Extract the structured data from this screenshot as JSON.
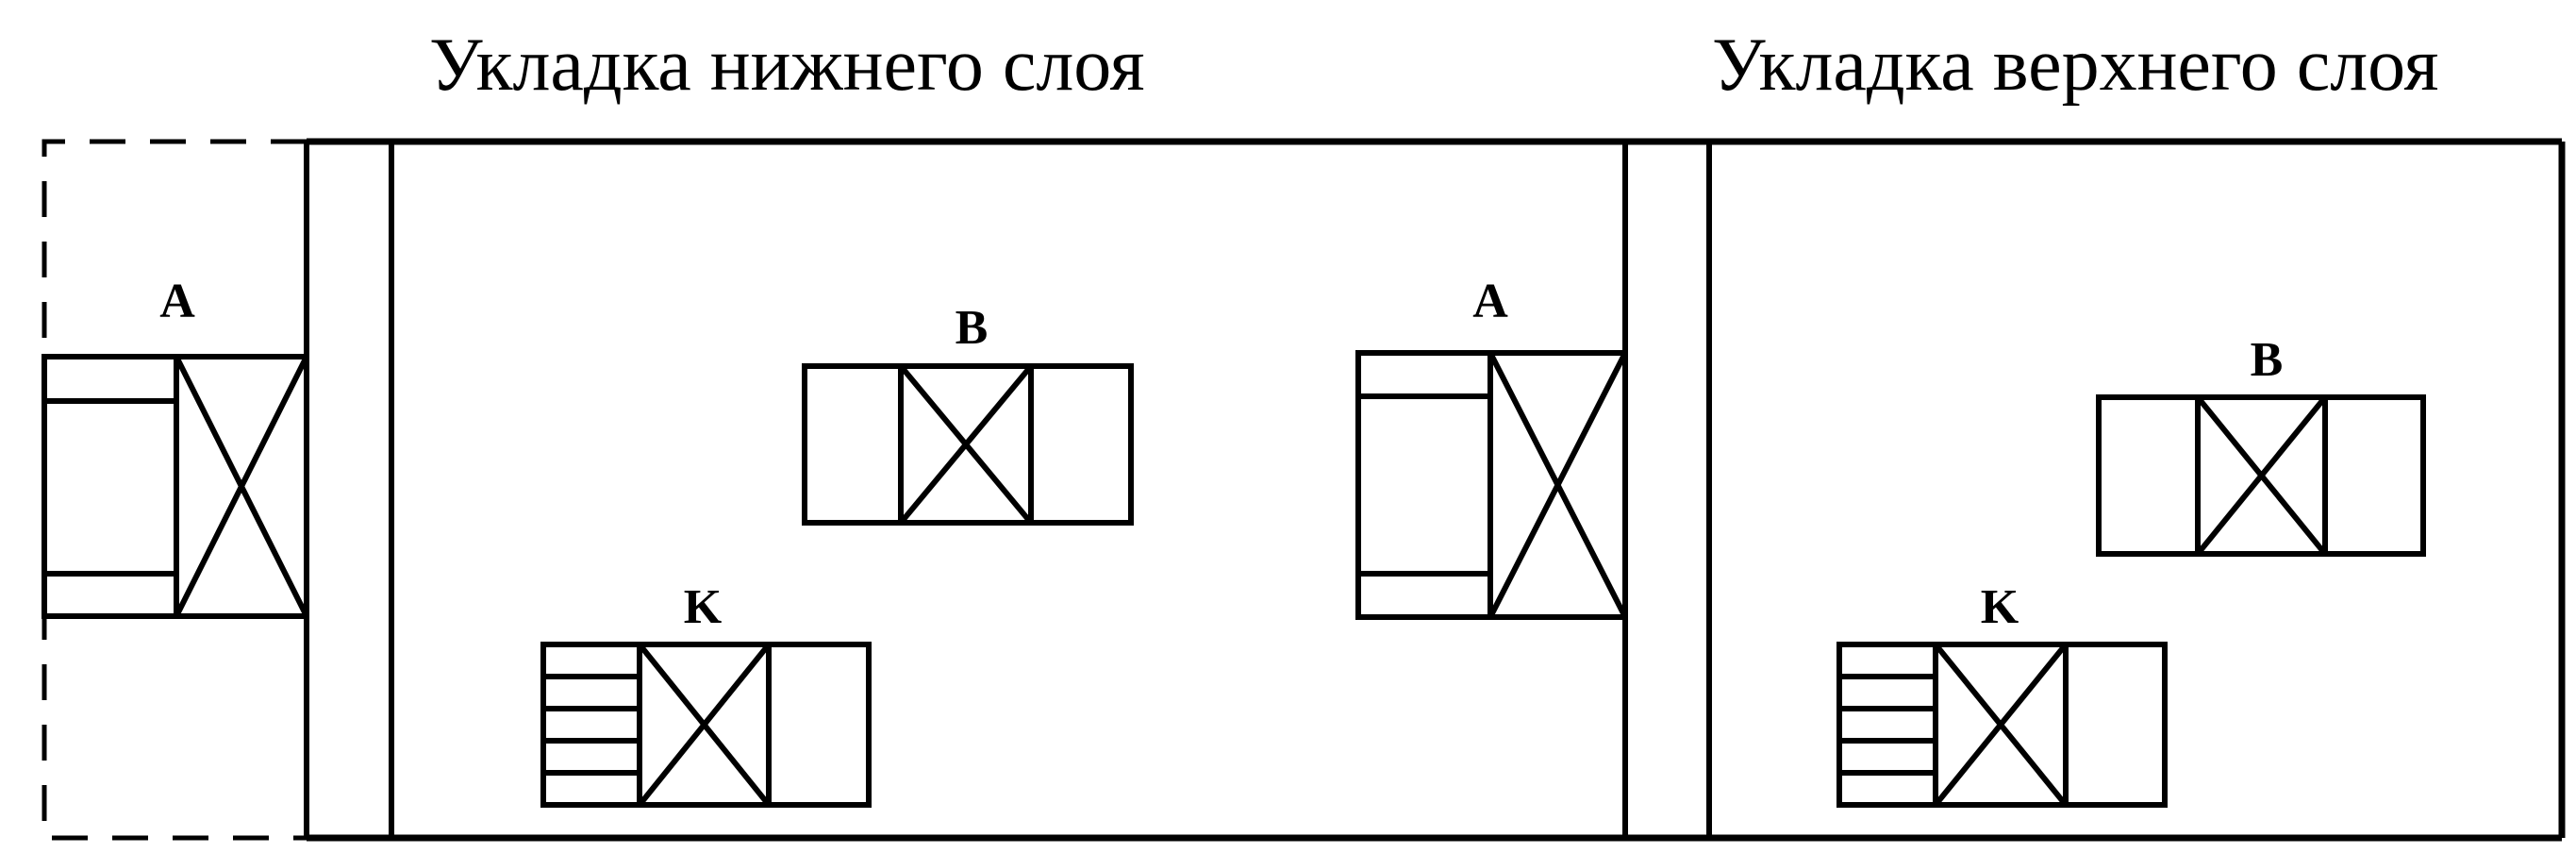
{
  "headings": {
    "lower_layer": "Укладка нижнего слоя",
    "upper_layer": "Укладка верхнего слоя"
  },
  "labels": {
    "a": "A",
    "b": "B",
    "k": "K"
  }
}
